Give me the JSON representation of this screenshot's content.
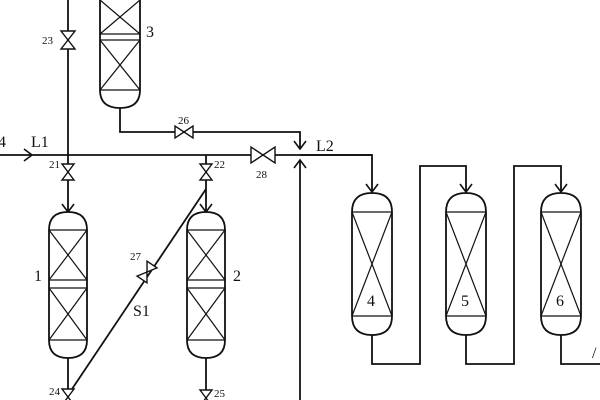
{
  "reactors": [
    {
      "id": "r1",
      "label": "1"
    },
    {
      "id": "r2",
      "label": "2"
    },
    {
      "id": "r3",
      "label": "3"
    },
    {
      "id": "r4",
      "label": "4"
    },
    {
      "id": "r5",
      "label": "5"
    },
    {
      "id": "r6",
      "label": "6"
    }
  ],
  "valves": {
    "v21": "21",
    "v22": "22",
    "v23": "23",
    "v24": "24",
    "v25": "25",
    "v26": "26",
    "v27": "27",
    "v28": "28"
  },
  "lines": {
    "l1": "L1",
    "l2": "L2",
    "s1": "S1"
  },
  "edge_fragments": {
    "left": "4",
    "right": "/"
  }
}
